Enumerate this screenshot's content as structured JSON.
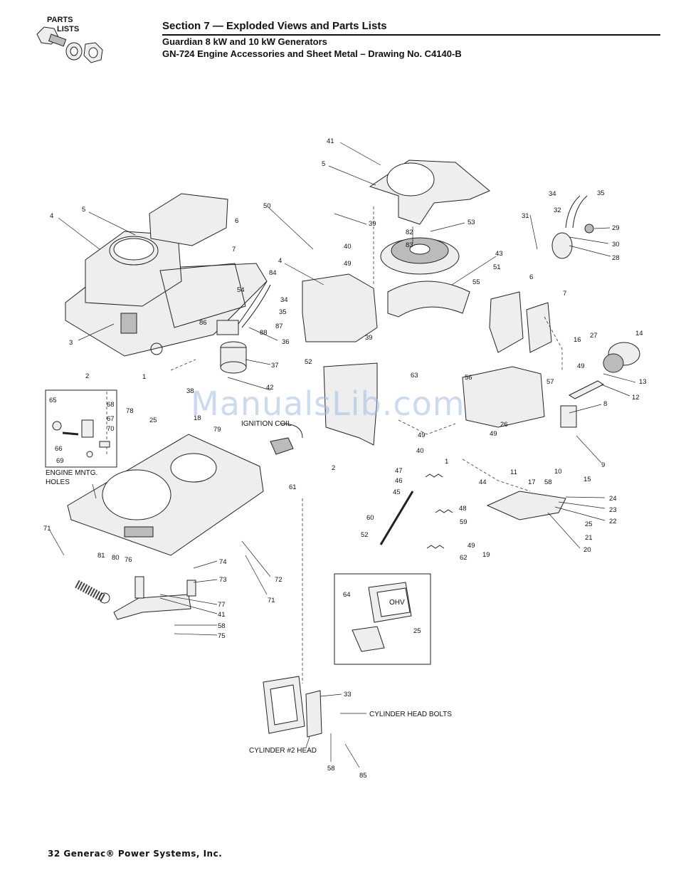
{
  "logo": {
    "line1": "PARTS",
    "line2": "LISTS"
  },
  "header": {
    "title": "Section 7 — Exploded Views and Parts Lists",
    "subtitle1": "Guardian 8 kW and 10 kW Generators",
    "subtitle2": "GN-724 Engine Accessories and Sheet Metal – Drawing No. C4140-B"
  },
  "diagram": {
    "part_numbers": [
      "1",
      "2",
      "3",
      "4",
      "5",
      "6",
      "7",
      "8",
      "9",
      "10",
      "11",
      "12",
      "13",
      "14",
      "15",
      "16",
      "17",
      "18",
      "19",
      "20",
      "21",
      "22",
      "23",
      "24",
      "25",
      "26",
      "27",
      "28",
      "29",
      "30",
      "31",
      "32",
      "33",
      "34",
      "35",
      "36",
      "37",
      "38",
      "39",
      "40",
      "41",
      "42",
      "43",
      "44",
      "45",
      "46",
      "47",
      "48",
      "49",
      "50",
      "51",
      "52",
      "53",
      "54",
      "55",
      "56",
      "57",
      "58",
      "59",
      "60",
      "61",
      "62",
      "63",
      "64",
      "65",
      "66",
      "67",
      "68",
      "69",
      "70",
      "71",
      "72",
      "73",
      "74",
      "75",
      "76",
      "77",
      "78",
      "79",
      "80",
      "81",
      "82",
      "83",
      "84",
      "85",
      "86",
      "87",
      "88"
    ],
    "callouts": {
      "ignition_coil": "IGNITION COIL",
      "engine_mntg_holes_1": "ENGINE MNTG.",
      "engine_mntg_holes_2": "HOLES",
      "cylinder_head_bolts": "CYLINDER HEAD BOLTS",
      "cylinder_2_head": "CYLINDER #2 HEAD",
      "ohv": "OHV"
    }
  },
  "watermark": "ManualsLib.com",
  "footer": "32  Generac® Power Systems, Inc."
}
